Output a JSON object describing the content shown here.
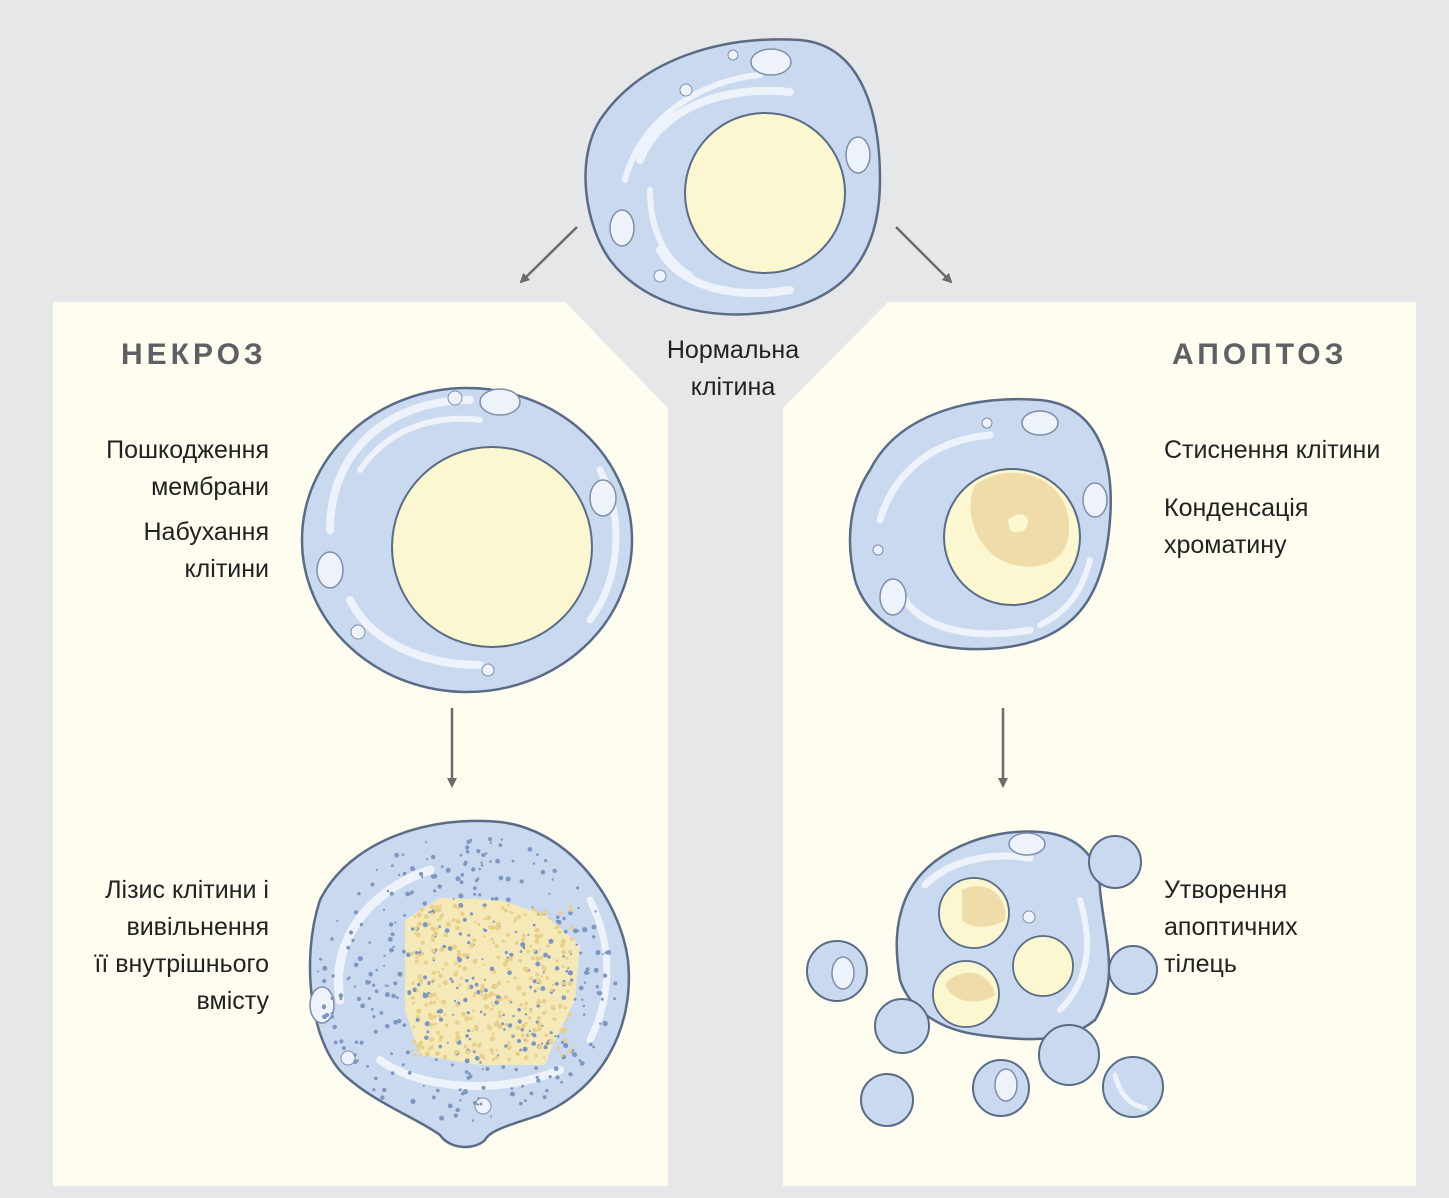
{
  "center": {
    "label_lines": [
      "Нормальна",
      "клітина"
    ]
  },
  "necrosis": {
    "title": "НЕКРОЗ",
    "step1_a": [
      "Пошкодження",
      "мембрани"
    ],
    "step1_b": [
      "Набухання",
      "клітини"
    ],
    "step2": [
      "Лізис клітини і",
      "вивільнення",
      "її внутрішнього",
      "вмісту"
    ]
  },
  "apoptosis": {
    "title": "АПОПТОЗ",
    "step1_a": [
      "Стиснення клітини"
    ],
    "step1_b": [
      "Конденсація",
      "хроматину"
    ],
    "step2": [
      "Утворення",
      "апоптичних",
      "тілець"
    ]
  },
  "colors": {
    "background": "#e6e7e9",
    "panel": "#fefdf0",
    "cytoplasm": "#c9d9ef",
    "membrane": "#5a6b86",
    "nucleus": "#fbf7d0",
    "chromatin": "#f0dca8",
    "arrow": "#6b6b6b"
  }
}
